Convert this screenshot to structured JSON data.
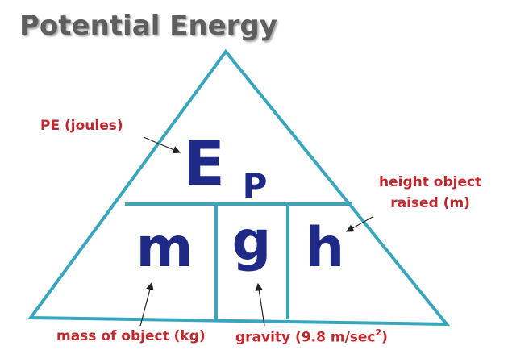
{
  "title": "Potential Energy",
  "formula": {
    "top_main": "E",
    "top_sub": "P",
    "cell_1": "m",
    "cell_2": "g",
    "cell_3": "h"
  },
  "labels": {
    "pe": "PE (joules)",
    "height_line1": "height object",
    "height_line2": "raised (m)",
    "mass": "mass of object (kg)",
    "gravity_text": "gravity (9.8 m/sec",
    "gravity_sup": "2",
    "gravity_close": ")"
  },
  "colors": {
    "triangle_stroke": "#3aa6bd",
    "formula_text": "#1f2a87",
    "label_text": "#c0282d",
    "title_text": "#5e5e5e",
    "arrow": "#222222"
  }
}
